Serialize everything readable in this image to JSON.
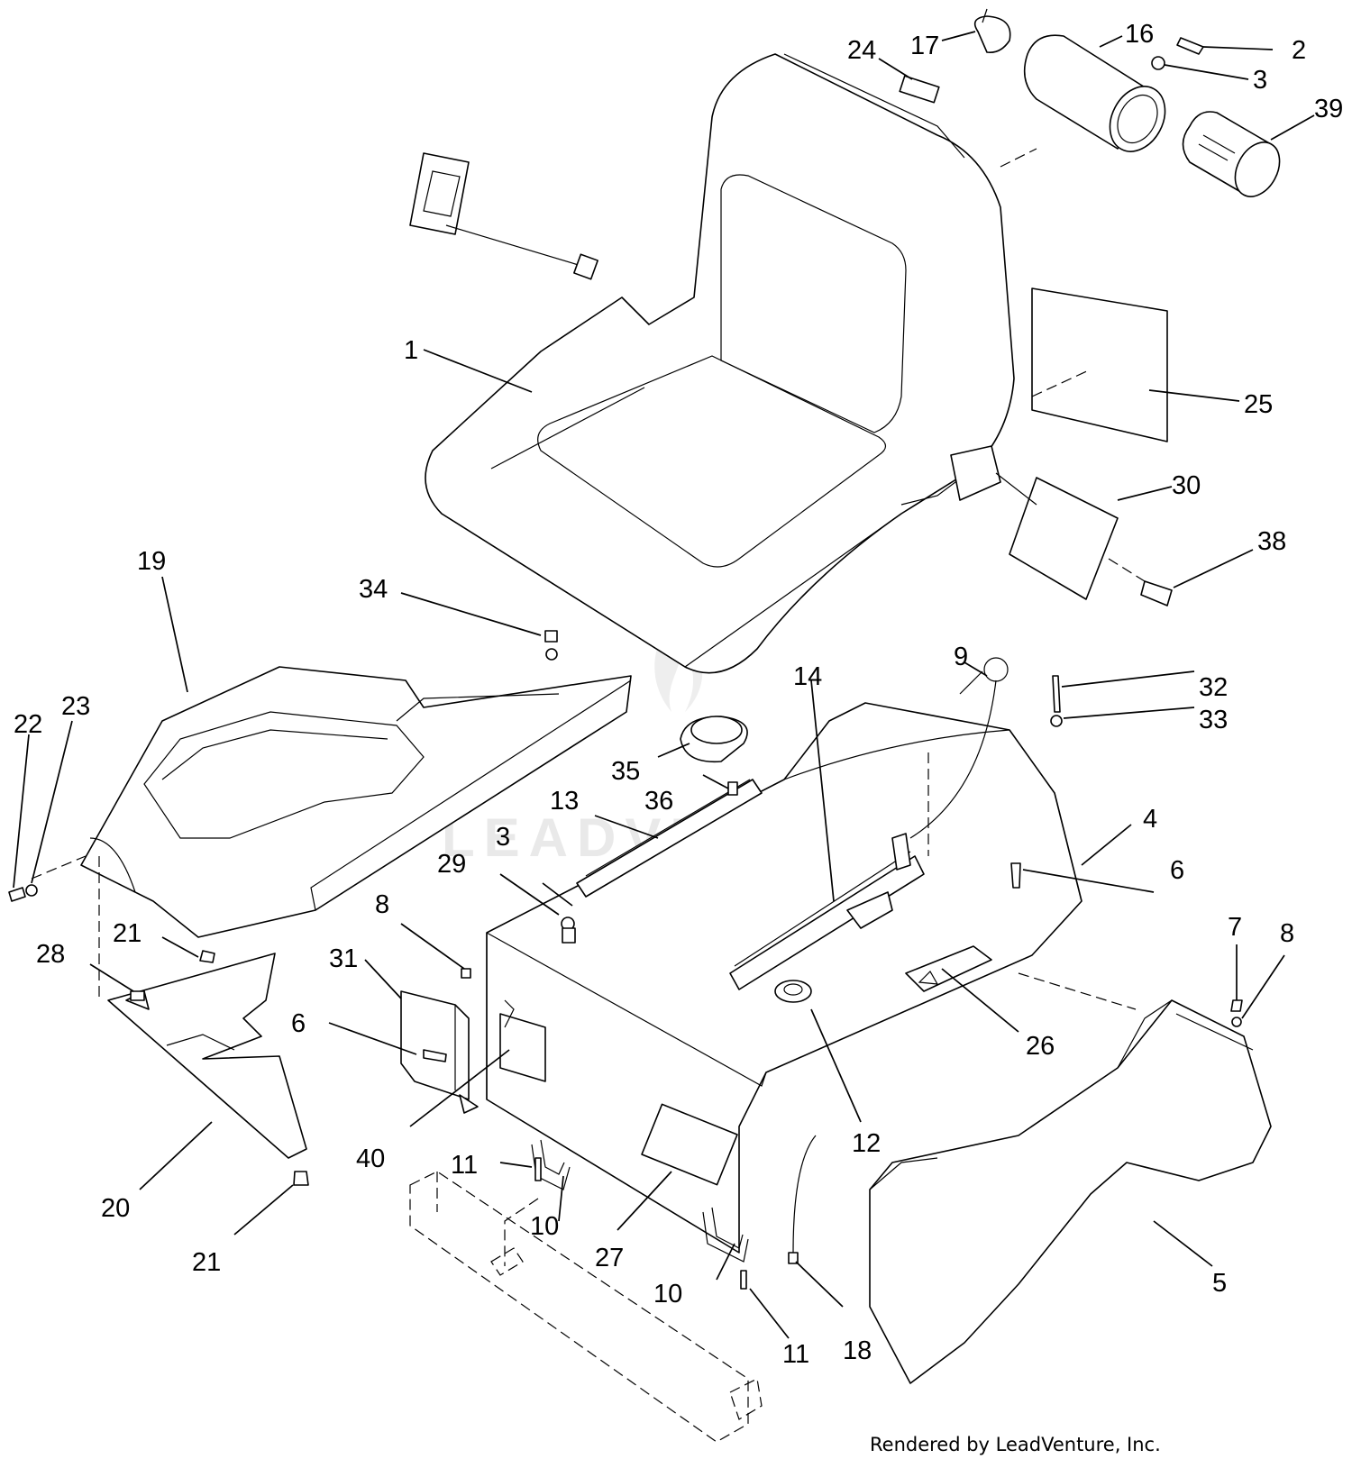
{
  "diagram": {
    "callouts": [
      {
        "id": "c1",
        "label": "1"
      },
      {
        "id": "c2",
        "label": "2"
      },
      {
        "id": "c3a",
        "label": "3"
      },
      {
        "id": "c3b",
        "label": "3"
      },
      {
        "id": "c4",
        "label": "4"
      },
      {
        "id": "c5",
        "label": "5"
      },
      {
        "id": "c6a",
        "label": "6"
      },
      {
        "id": "c6b",
        "label": "6"
      },
      {
        "id": "c7",
        "label": "7"
      },
      {
        "id": "c8a",
        "label": "8"
      },
      {
        "id": "c8b",
        "label": "8"
      },
      {
        "id": "c9",
        "label": "9"
      },
      {
        "id": "c10a",
        "label": "10"
      },
      {
        "id": "c10b",
        "label": "10"
      },
      {
        "id": "c11a",
        "label": "11"
      },
      {
        "id": "c11b",
        "label": "11"
      },
      {
        "id": "c12",
        "label": "12"
      },
      {
        "id": "c13",
        "label": "13"
      },
      {
        "id": "c14",
        "label": "14"
      },
      {
        "id": "c16",
        "label": "16"
      },
      {
        "id": "c17",
        "label": "17"
      },
      {
        "id": "c18",
        "label": "18"
      },
      {
        "id": "c19",
        "label": "19"
      },
      {
        "id": "c20",
        "label": "20"
      },
      {
        "id": "c21a",
        "label": "21"
      },
      {
        "id": "c21b",
        "label": "21"
      },
      {
        "id": "c22",
        "label": "22"
      },
      {
        "id": "c23",
        "label": "23"
      },
      {
        "id": "c24",
        "label": "24"
      },
      {
        "id": "c25",
        "label": "25"
      },
      {
        "id": "c26",
        "label": "26"
      },
      {
        "id": "c27",
        "label": "27"
      },
      {
        "id": "c28",
        "label": "28"
      },
      {
        "id": "c29",
        "label": "29"
      },
      {
        "id": "c30",
        "label": "30"
      },
      {
        "id": "c31",
        "label": "31"
      },
      {
        "id": "c32",
        "label": "32"
      },
      {
        "id": "c33",
        "label": "33"
      },
      {
        "id": "c34",
        "label": "34"
      },
      {
        "id": "c35",
        "label": "35"
      },
      {
        "id": "c36",
        "label": "36"
      },
      {
        "id": "c38",
        "label": "38"
      },
      {
        "id": "c39",
        "label": "39"
      },
      {
        "id": "c40",
        "label": "40"
      }
    ],
    "watermark": "LEADVENTURE",
    "credit": "Rendered by LeadVenture, Inc."
  }
}
